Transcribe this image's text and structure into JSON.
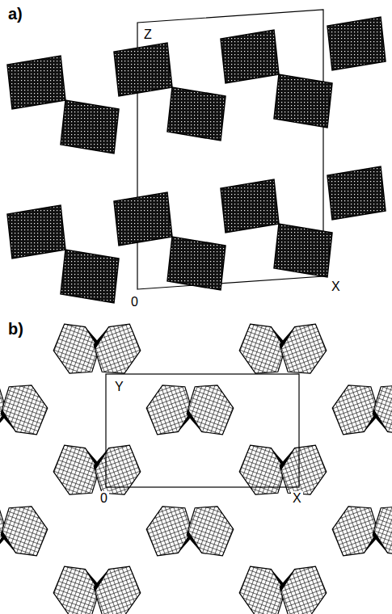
{
  "diagram": {
    "labels": [
      "a)",
      "Z",
      "0",
      "X",
      "b)",
      "Y",
      "0",
      "X"
    ]
  }
}
